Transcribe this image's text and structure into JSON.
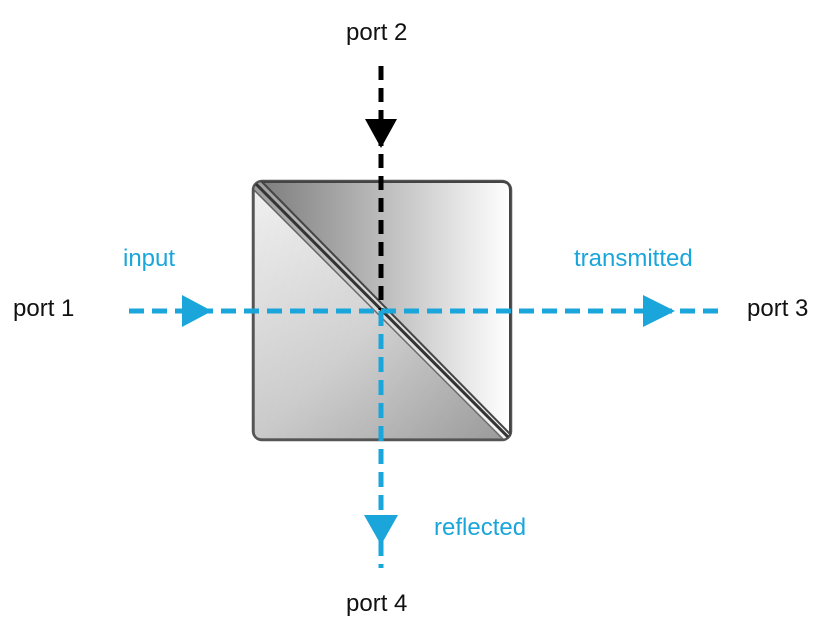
{
  "colors": {
    "beam": "#1aa6da",
    "control_beam": "#000000",
    "text": "#111111",
    "cube_dark": "#8a8a8a",
    "cube_light": "#ffffff"
  },
  "labels": {
    "port1": "port 1",
    "port2": "port 2",
    "port3": "port 3",
    "port4": "port 4",
    "input": "input",
    "transmitted": "transmitted",
    "reflected": "reflected"
  },
  "beams": [
    {
      "name": "input",
      "from": "port 1",
      "to": "center",
      "color": "beam"
    },
    {
      "name": "transmitted",
      "from": "center",
      "to": "port 3",
      "color": "beam"
    },
    {
      "name": "reflected",
      "from": "center",
      "to": "port 4",
      "color": "beam"
    },
    {
      "name": "port-2-beam",
      "from": "port 2",
      "to": "center",
      "color": "control_beam"
    }
  ]
}
